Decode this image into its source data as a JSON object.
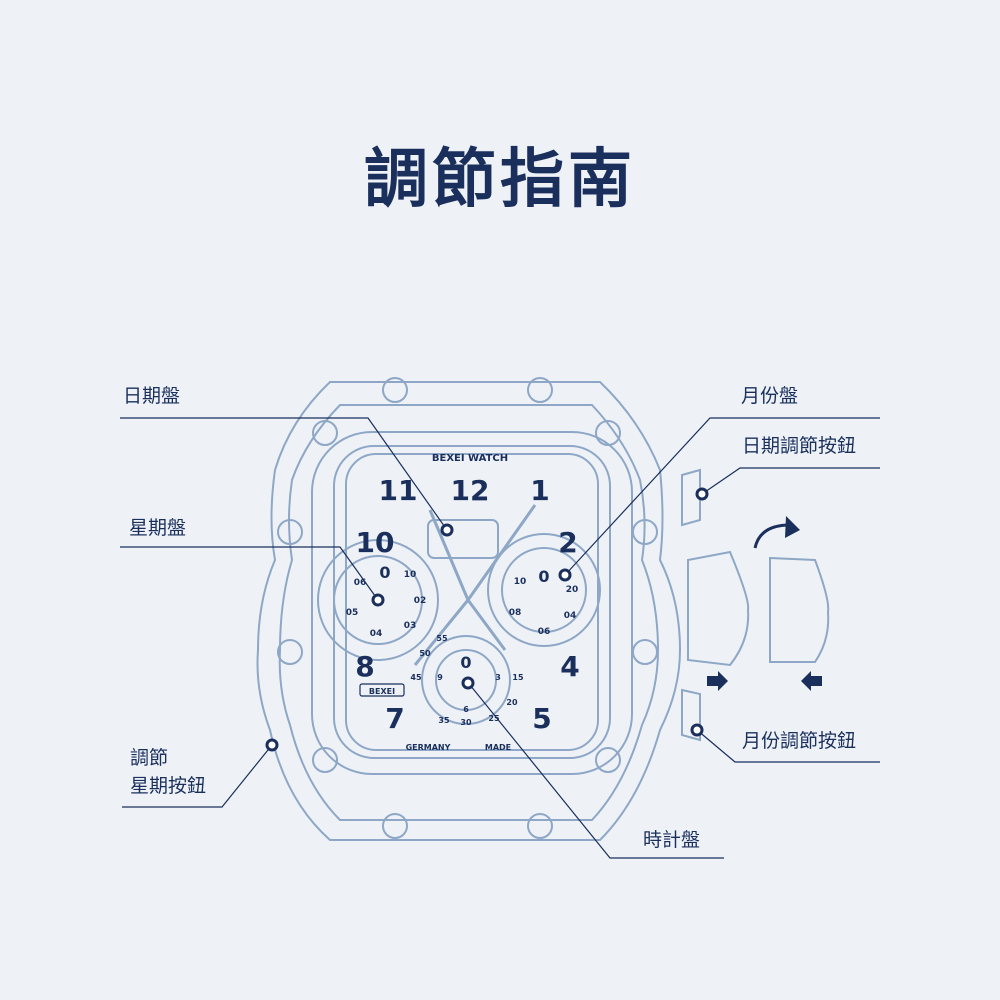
{
  "title": "調節指南",
  "watch": {
    "brand": "BEXEI WATCH",
    "plate": "BEXEI",
    "bottom_left": "GERMANY",
    "bottom_right": "MADE",
    "hours": [
      "11",
      "12",
      "1",
      "10",
      "2",
      "8",
      "4",
      "7",
      "5"
    ],
    "left_sub_numbers": [
      "0",
      "10",
      "02",
      "03",
      "04",
      "05",
      "06"
    ],
    "right_sub_numbers": [
      "0",
      "10",
      "20",
      "08",
      "06",
      "04"
    ],
    "bottom_sub_numbers": [
      "0",
      "55",
      "50",
      "45",
      "9",
      "3",
      "15",
      "6",
      "35",
      "30",
      "25",
      "20"
    ]
  },
  "labels": {
    "date_dial": "日期盤",
    "week_dial": "星期盤",
    "week_button_line1": "調節",
    "week_button_line2": "星期按鈕",
    "month_dial": "月份盤",
    "date_button": "日期調節按鈕",
    "month_button": "月份調節按鈕",
    "chrono_dial": "時計盤"
  },
  "colors": {
    "line": "#1a2f5c",
    "outline": "#8ea7c6",
    "background": "#eef2f7"
  }
}
